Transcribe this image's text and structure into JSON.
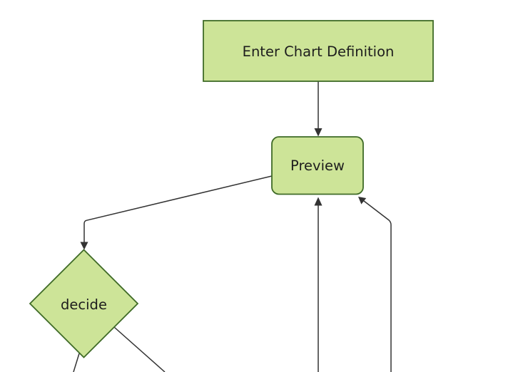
{
  "diagram": {
    "type": "flowchart",
    "orientation": "top-down",
    "cropped": "bottom edge cuts off lower portion of chart",
    "colors": {
      "bg": "#ffffff",
      "node_fill": "#cde498",
      "node_stroke": "#3f6b27",
      "line": "#333333",
      "text": "#1d1d1d"
    },
    "nodes": [
      {
        "id": "enter-chart-definition",
        "label": "Enter Chart Definition",
        "shape": "rectangle"
      },
      {
        "id": "preview",
        "label": "Preview",
        "shape": "rounded-rectangle"
      },
      {
        "id": "decide",
        "label": "decide",
        "shape": "diamond"
      }
    ],
    "edges": [
      {
        "from": "enter-chart-definition",
        "to": "preview",
        "arrow": true,
        "label": ""
      },
      {
        "from": "preview",
        "to": "decide",
        "arrow": true,
        "label": ""
      },
      {
        "from": "offscreen-bottom-center",
        "to": "preview",
        "arrow": true,
        "label": ""
      },
      {
        "from": "offscreen-bottom-right",
        "to": "preview",
        "arrow": true,
        "label": ""
      },
      {
        "from": "decide",
        "to": "offscreen-bottom-left",
        "arrow": false,
        "label": ""
      },
      {
        "from": "decide",
        "to": "offscreen-bottom-right",
        "arrow": false,
        "label": ""
      }
    ]
  }
}
